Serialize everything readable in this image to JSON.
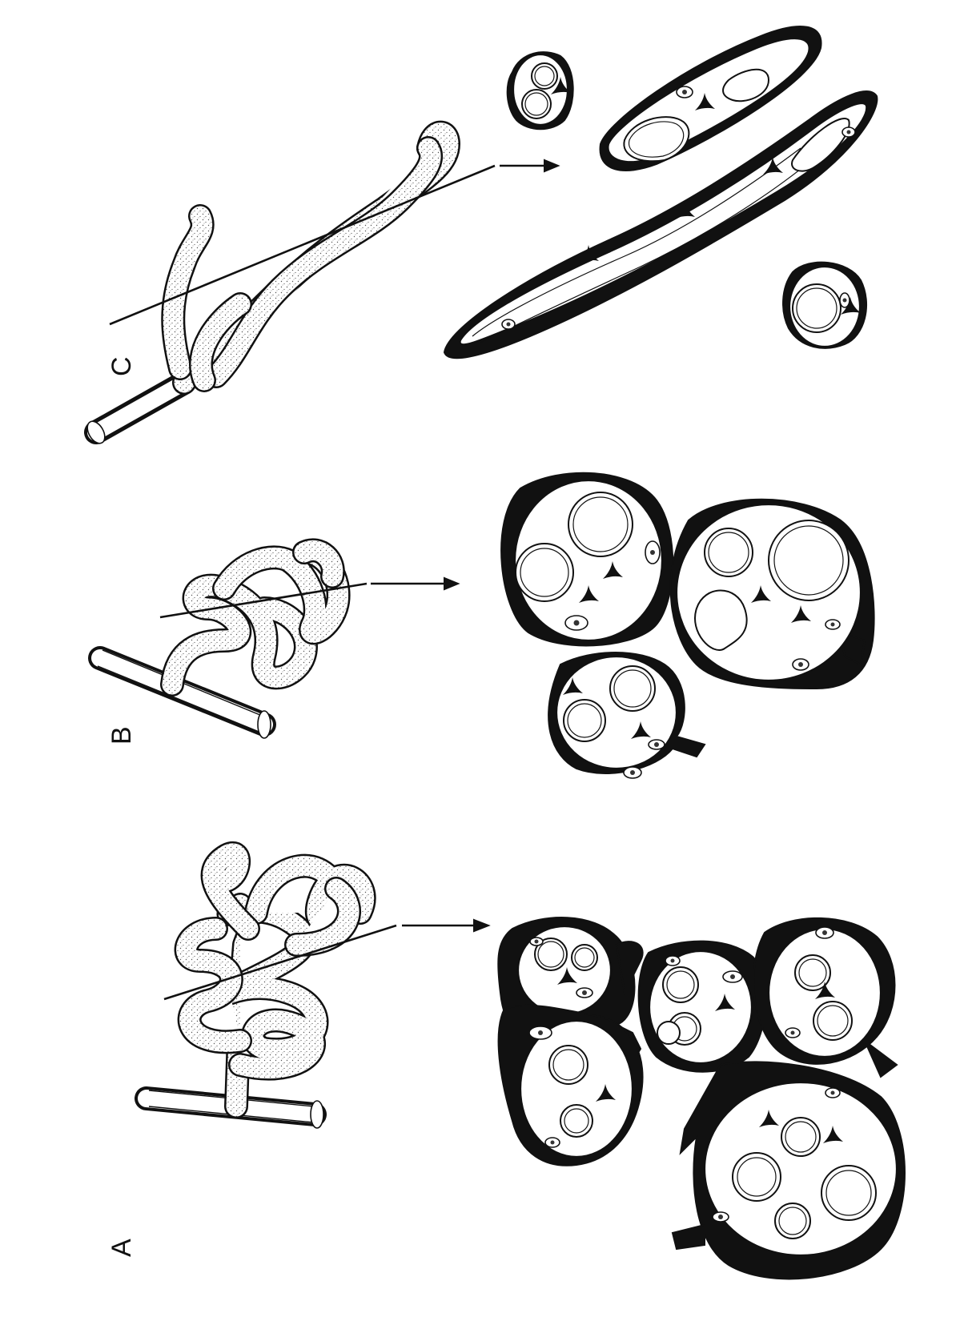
{
  "figure": {
    "panels": [
      {
        "id": "A",
        "label": "A"
      },
      {
        "id": "B",
        "label": "B"
      },
      {
        "id": "C",
        "label": "C"
      }
    ]
  },
  "colors": {
    "ink": "#111111",
    "paper": "#ffffff",
    "stipple": "#555555"
  }
}
